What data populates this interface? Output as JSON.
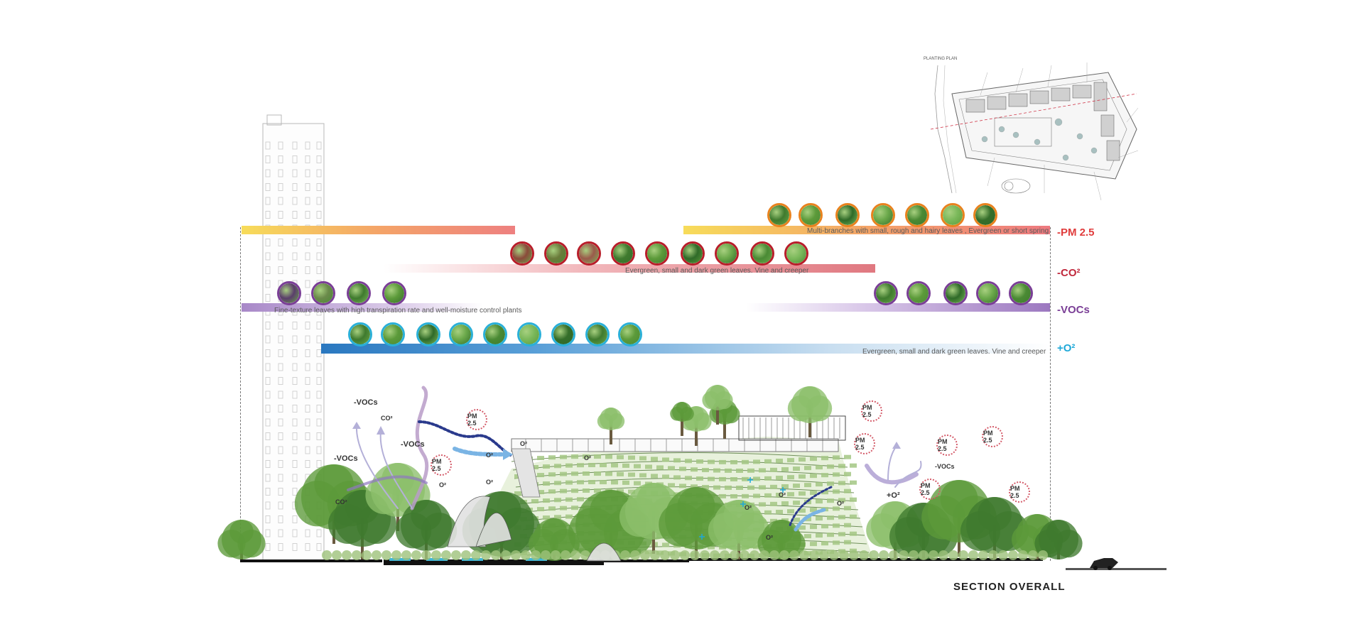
{
  "planting_plan": {
    "title": "PLANTING PLAN"
  },
  "bands": [
    {
      "id": "pm25",
      "metric": "-PM 2.5",
      "metric_color": "#e03c3c",
      "description": "Multi-branches with small, rough and hairy leaves , Evergreen or short spring",
      "ring_color": "#e8821e"
    },
    {
      "id": "co2",
      "metric": "-CO²",
      "metric_color": "#c0283c",
      "description": "Evergreen, small and dark green leaves. Vine and creeper",
      "ring_color": "#b81e2a"
    },
    {
      "id": "vocs",
      "metric": "-VOCs",
      "metric_color": "#7a3e96",
      "description": "Fine-texture leaves with high transpiration rate and well-moisture control plants",
      "ring_color": "#7a3e96"
    },
    {
      "id": "o2",
      "metric": "+O²",
      "metric_color": "#1ea8d8",
      "description": "Evergreen, small and dark green leaves. Vine and creeper",
      "ring_color": "#2ab0d8"
    }
  ],
  "section": {
    "labels": {
      "vocs_a": "-VOCs",
      "vocs_b": "-VOCs",
      "vocs_c": "-VOCs",
      "vocs_d": "-VOCs",
      "co2_a": "CO²",
      "co2_b": "CO²",
      "o2_a": "O²",
      "o2_b": "O²",
      "o2_c": "O²",
      "o2_d": "O²",
      "o2_e": "O²",
      "o2_f": "O²",
      "o2_g": "O²",
      "o2_h": "O²",
      "o2_plus": "+O²",
      "pm_a": "PM 2.5",
      "pm_b": "PM 2.5",
      "pm_c": "PM 2.5",
      "pm_d": "PM 2.5",
      "pm_e": "PM 2.5",
      "pm_f": "PM 2.5",
      "pm_g": "PM 2.5",
      "pm_h": "PM 2.5"
    },
    "title": "SECTION  OVERALL"
  },
  "colors": {
    "grass": "#9ec27a",
    "tree_dark": "#3f7a2e",
    "tree_mid": "#5c9a3a",
    "tree_light": "#8cbf6a",
    "purple_arrow": "#9a84c4",
    "blue_arrow": "#6aa4d8",
    "navy_dash": "#2a3a8c"
  }
}
